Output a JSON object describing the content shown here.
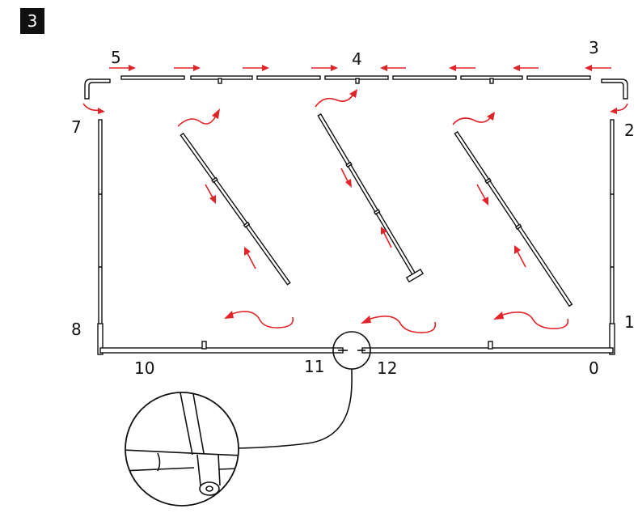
{
  "step_number": "3",
  "part_labels": {
    "p0": "0",
    "p1": "1",
    "p2": "2",
    "p3": "3",
    "p4": "4",
    "p5": "5",
    "p7": "7",
    "p8": "8",
    "p10": "10",
    "p11": "11",
    "p12": "12"
  },
  "colors": {
    "arrow": "#e0242a",
    "line": "#111111",
    "badge_bg": "#111111",
    "badge_text": "#ffffff"
  },
  "icons": [
    "assembly-arrow-icon",
    "curved-flip-arrow-icon",
    "magnifier-detail-icon"
  ]
}
